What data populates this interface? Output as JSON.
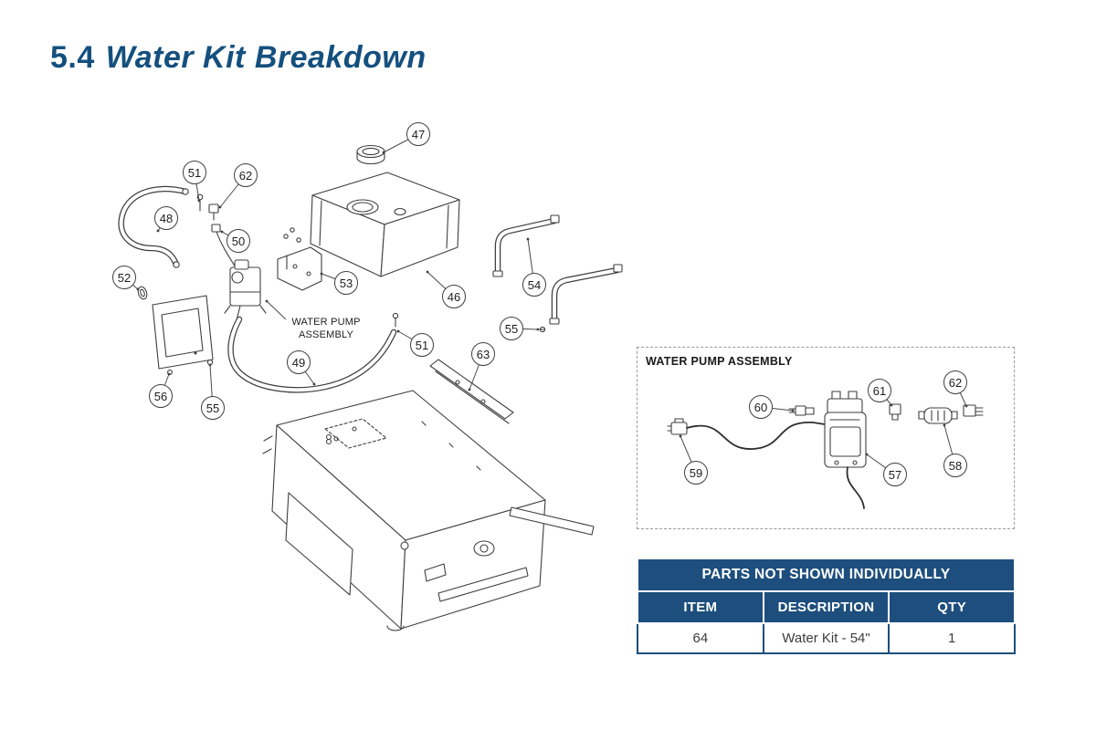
{
  "page": {
    "title_number": "5.4",
    "title_text": "Water Kit Breakdown"
  },
  "diagram": {
    "pump_label": {
      "line1": "WATER PUMP",
      "line2": "ASSEMBLY"
    },
    "callouts": [
      {
        "label": "47"
      },
      {
        "label": "51"
      },
      {
        "label": "62"
      },
      {
        "label": "48"
      },
      {
        "label": "50"
      },
      {
        "label": "52"
      },
      {
        "label": "53"
      },
      {
        "label": "46"
      },
      {
        "label": "54"
      },
      {
        "label": "55"
      },
      {
        "label": "49"
      },
      {
        "label": "51"
      },
      {
        "label": "63"
      },
      {
        "label": "56"
      },
      {
        "label": "55"
      }
    ]
  },
  "inset": {
    "title": "WATER PUMP ASSEMBLY",
    "callouts": [
      {
        "label": "60"
      },
      {
        "label": "61"
      },
      {
        "label": "62"
      },
      {
        "label": "59"
      },
      {
        "label": "57"
      },
      {
        "label": "58"
      }
    ]
  },
  "parts_table": {
    "title": "PARTS NOT SHOWN INDIVIDUALLY",
    "headers": [
      "ITEM",
      "DESCRIPTION",
      "QTY"
    ],
    "rows": [
      [
        "64",
        "Water Kit - 54\"",
        "1"
      ]
    ]
  },
  "colors": {
    "navy": "#1d4e7d",
    "title_blue": "#14507e"
  }
}
